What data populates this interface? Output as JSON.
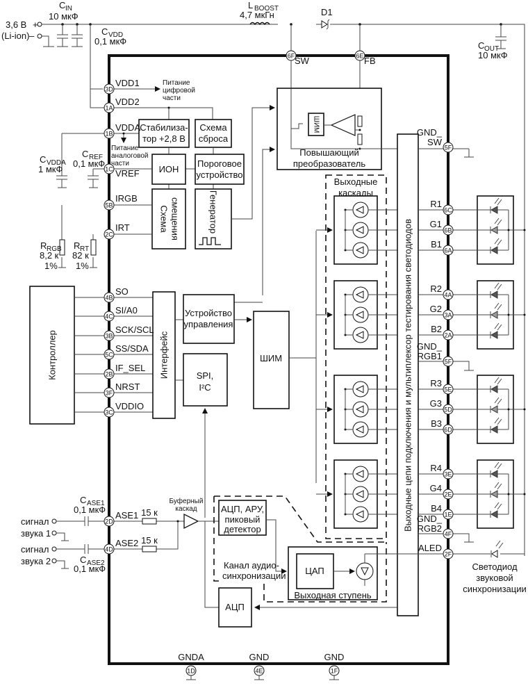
{
  "supply": {
    "voltage": "3,6 В",
    "type": "(Li-ion)",
    "plus": "+",
    "minus": "–"
  },
  "components": {
    "cin": {
      "name": "C",
      "sub": "IN",
      "value": "10 мкФ"
    },
    "cvdd": {
      "name": "C",
      "sub": "VDD",
      "value": "0,1 мкФ"
    },
    "lboost": {
      "name": "L",
      "sub": "BOOST",
      "value": "4,7 мкГн"
    },
    "d1": {
      "name": "D1"
    },
    "cout": {
      "name": "C",
      "sub": "OUT",
      "value": "10 мкФ"
    },
    "cvdda": {
      "name": "C",
      "sub": "VDDA",
      "value": "1 мкФ"
    },
    "cref": {
      "name": "C",
      "sub": "REF",
      "value": "0,1 мкФ"
    },
    "rrgb": {
      "name": "R",
      "sub": "RGB",
      "value": "8,2 к",
      "tol": "1%"
    },
    "rrt": {
      "name": "R",
      "sub": "RT",
      "value": "82 к",
      "tol": "1%"
    },
    "case1": {
      "name": "C",
      "sub": "ASE1",
      "value": "0,1 мкФ"
    },
    "case2": {
      "name": "C",
      "sub": "ASE2",
      "value": "0,1 мкФ"
    },
    "r_ase1": "15 к",
    "r_ase2": "15 к"
  },
  "pins": {
    "sw": {
      "id": "6F",
      "name": "SW"
    },
    "fb": {
      "id": "6E",
      "name": "FB"
    },
    "vdd1": {
      "id": "3D",
      "name": "VDD1"
    },
    "vdd2": {
      "id": "1A",
      "name": "VDD2"
    },
    "vdda": {
      "id": "1B",
      "name": "VDDA"
    },
    "vref": {
      "id": "1C",
      "name": "VREF"
    },
    "irgb": {
      "id": "5B",
      "name": "IRGB"
    },
    "irt": {
      "id": "2C",
      "name": "IRT"
    },
    "so": {
      "id": "4B",
      "name": "SO"
    },
    "si": {
      "id": "4C",
      "name": "SI/A0"
    },
    "sck": {
      "id": "3B",
      "name": "SCK/SCL"
    },
    "ss": {
      "id": "5C",
      "name": "SS/SDA"
    },
    "ifsel": {
      "id": "2B",
      "name": "IF_SEL"
    },
    "nrst": {
      "id": "3F",
      "name": "NRST"
    },
    "vddio": {
      "id": "3C",
      "name": "VDDIO"
    },
    "ase1": {
      "id": "2D",
      "name": "ASE1"
    },
    "ase2": {
      "id": "4D",
      "name": "ASE2"
    },
    "gndsw": {
      "id": "5F",
      "name1": "GND_",
      "name2": "SW"
    },
    "r1": {
      "id": "6C",
      "name": "R1"
    },
    "g1": {
      "id": "6B",
      "name": "G1"
    },
    "b1": {
      "id": "6A",
      "name": "B1"
    },
    "r2": {
      "id": "4A",
      "name": "R2"
    },
    "g2": {
      "id": "3A",
      "name": "G2"
    },
    "b2": {
      "id": "2A",
      "name": "B2"
    },
    "gndrgb1": {
      "id": "5F",
      "name1": "GND_",
      "name2": "RGB1"
    },
    "r3": {
      "id": "5E",
      "name": "R3"
    },
    "g3": {
      "id": "5D",
      "name": "G3"
    },
    "b3": {
      "id": "6D",
      "name": "B3"
    },
    "r4": {
      "id": "3E",
      "name": "R4"
    },
    "g4": {
      "id": "2E",
      "name": "G4"
    },
    "b4": {
      "id": "1E",
      "name": "B4"
    },
    "gndrgb2": {
      "id": "4F",
      "name1": "GND_",
      "name2": "RGB2"
    },
    "aled": {
      "id": "2F",
      "name": "ALED"
    },
    "gnda": {
      "id": "1D",
      "name": "GNDA"
    },
    "gnd1": {
      "id": "4E",
      "name": "GND"
    },
    "gnd2": {
      "id": "1F",
      "name": "GND"
    }
  },
  "blocks": {
    "stab": [
      "Стабилиза-",
      "тор +2,8 В"
    ],
    "reset": [
      "Схема",
      "сброса"
    ],
    "ion": "ИОН",
    "threshold": [
      "Пороговое",
      "устройство"
    ],
    "bias": [
      "Схема",
      "смещения"
    ],
    "generator": "Генератор",
    "boost": [
      "Повышающий",
      "преобразователь"
    ],
    "boost_pwm": "ШИМ",
    "controller": "Контроллер",
    "interface": "Интерфейс",
    "control": [
      "Устройство",
      "управления"
    ],
    "spi": [
      "SPI,",
      "I²C"
    ],
    "pwm": "ШИМ",
    "mux": "Выходные цепи подключения  и мультиплексор тестирования светодиодов",
    "out_stages": [
      "Выходные",
      "каскады"
    ],
    "adc_agc": [
      "АЦП, АРУ,",
      "пиковый",
      "детектор"
    ],
    "audio_channel": [
      "Канал аудио-",
      "синхронизации"
    ],
    "dac": "ЦАП",
    "out_stage": "Выходная ступень",
    "adc": "АЦП",
    "buffer": [
      "Буферный",
      "каскад"
    ]
  },
  "notes": {
    "digital_power": [
      "Питание",
      "цифровой",
      "части"
    ],
    "analog_power": [
      "Питание",
      "аналоговой",
      "части"
    ],
    "audio_led": [
      "Светодиод",
      "звуковой",
      "синхронизации"
    ]
  },
  "inputs": {
    "sig1": [
      "сигнал",
      "звука 1"
    ],
    "sig2": [
      "сигнал",
      "звука 2"
    ]
  }
}
